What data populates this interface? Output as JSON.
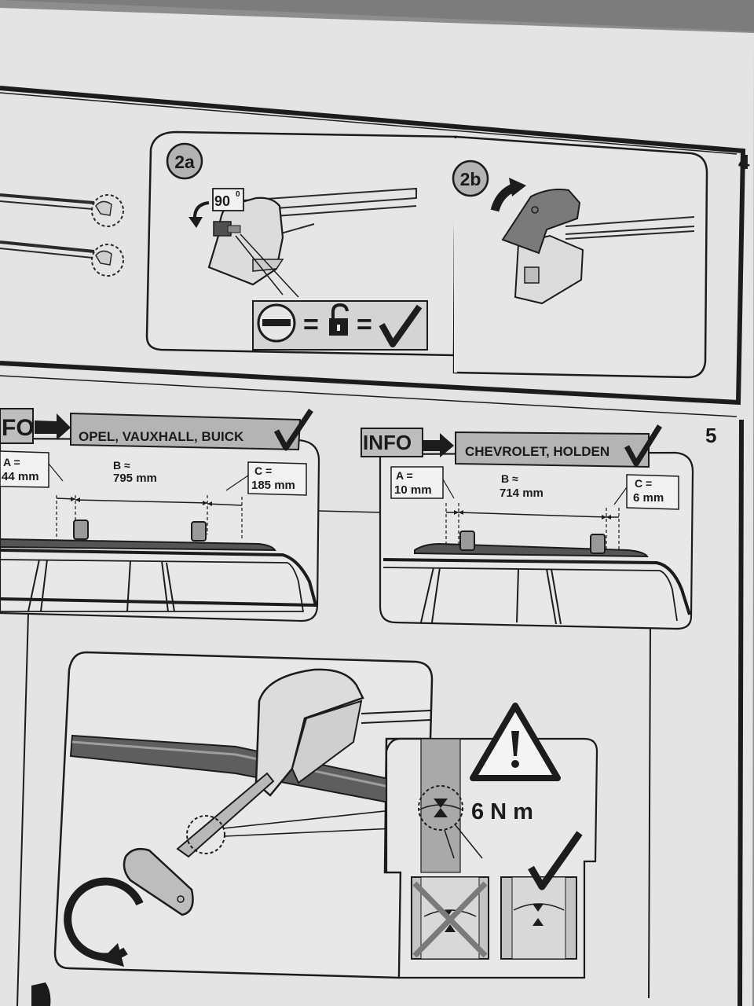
{
  "step_2a": {
    "badge": "2a",
    "angle_value": "90",
    "angle_unit": "0"
  },
  "step_2b": {
    "badge": "2b"
  },
  "info_left": {
    "info_label": "FO",
    "brands": "OPEL, VAUXHALL, BUICK",
    "a_label": "A =",
    "a_value": "44 mm",
    "b_label": "B ≈",
    "b_value": "795 mm",
    "c_label": "C =",
    "c_value": "185 mm"
  },
  "info_right": {
    "info_label": "INFO",
    "brands": "CHEVROLET, HOLDEN",
    "a_label": "A =",
    "a_value": "10 mm",
    "b_label": "B ≈",
    "b_value": "714 mm",
    "c_label": "C =",
    "c_value": "6 mm"
  },
  "torque": {
    "value": "6 N m"
  },
  "step_number_next": "5",
  "icons": {
    "rotate": "rotate-arrow-icon",
    "warning": "warning-triangle-icon",
    "check": "check-mark-icon",
    "unlock": "unlocked-padlock-icon"
  }
}
